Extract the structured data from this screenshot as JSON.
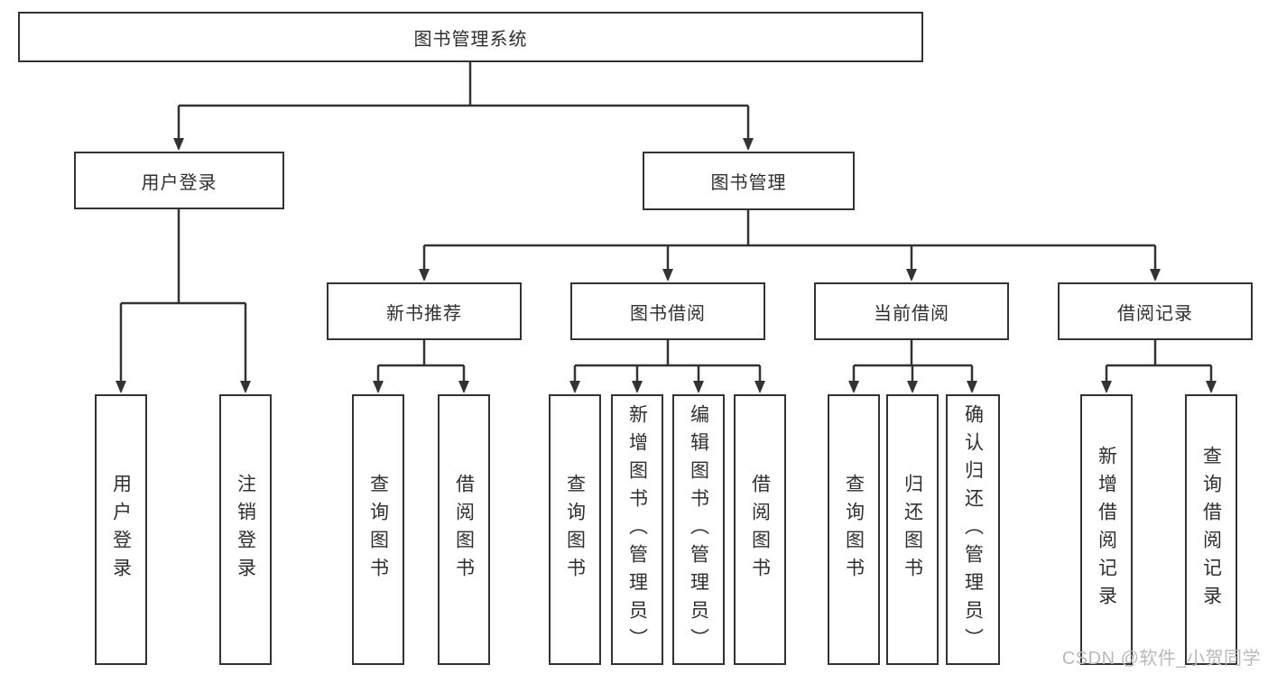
{
  "page": {
    "background": "#ffffff",
    "watermark": "CSDN @软件_小贺同学"
  },
  "colors": {
    "line": "#333333",
    "box_border": "#333333",
    "text": "#2f2f2f",
    "watermark": "#b9b9b9"
  },
  "tree": {
    "label": "图书管理系统",
    "children": [
      {
        "label": "用户登录",
        "children": [
          {
            "label": "用户登录"
          },
          {
            "label": "注销登录"
          }
        ]
      },
      {
        "label": "图书管理",
        "children": [
          {
            "label": "新书推荐",
            "children": [
              {
                "label": "查询图书"
              },
              {
                "label": "借阅图书"
              }
            ]
          },
          {
            "label": "图书借阅",
            "children": [
              {
                "label": "查询图书"
              },
              {
                "label": "新增图书（管理员）"
              },
              {
                "label": "编辑图书（管理员）"
              },
              {
                "label": "借阅图书"
              }
            ]
          },
          {
            "label": "当前借阅",
            "children": [
              {
                "label": "查询图书"
              },
              {
                "label": "归还图书"
              },
              {
                "label": "确认归还（管理员）"
              }
            ]
          },
          {
            "label": "借阅记录",
            "children": [
              {
                "label": "新增借阅记录"
              },
              {
                "label": "查询借阅记录"
              }
            ]
          }
        ]
      }
    ]
  }
}
